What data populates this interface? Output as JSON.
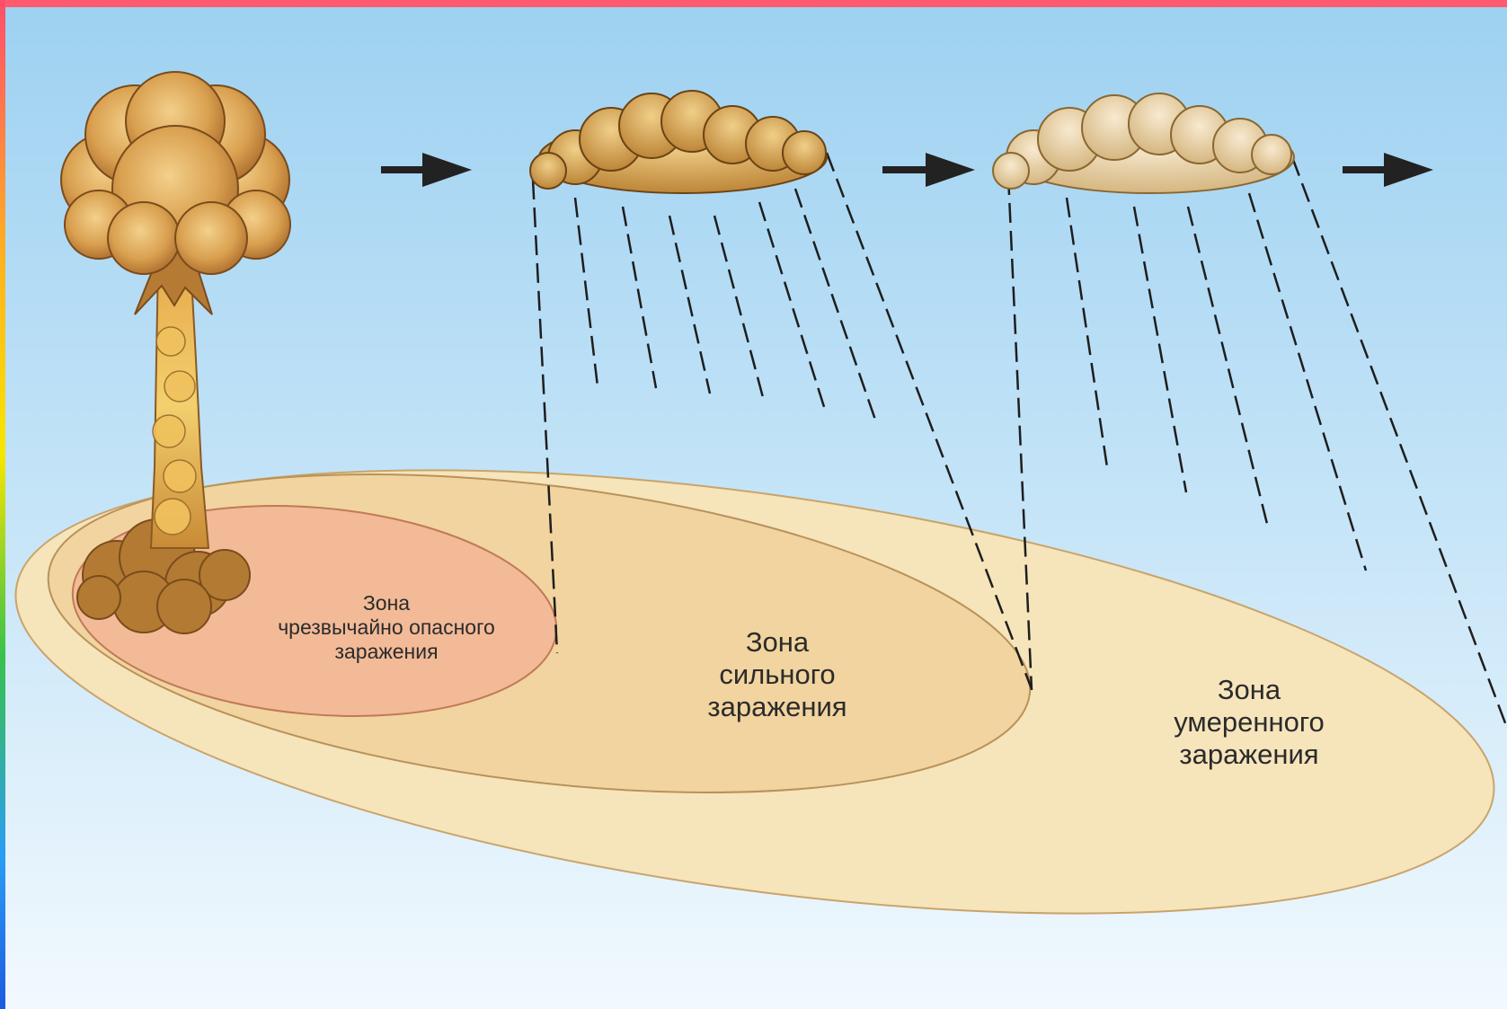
{
  "zones": {
    "extreme": {
      "line1": "Зона",
      "line2": "чрезвычайно опасного",
      "line3": "заражения"
    },
    "strong": {
      "line1": "Зона",
      "line2": "сильного",
      "line3": "заражения"
    },
    "moderate": {
      "line1": "Зона",
      "line2": "умеренного",
      "line3": "заражения"
    }
  },
  "colors": {
    "sky_top": "#9fd3f2",
    "sky_bottom": "#eef7fd",
    "zone_moderate": "#f6e3b8",
    "zone_strong": "#f1d39e",
    "zone_extreme": "#f2b996",
    "cloud": "#c9963f",
    "cloud_light": "#e9d2a0",
    "arrow": "#222222",
    "frame_top": "#ff5a6e"
  }
}
